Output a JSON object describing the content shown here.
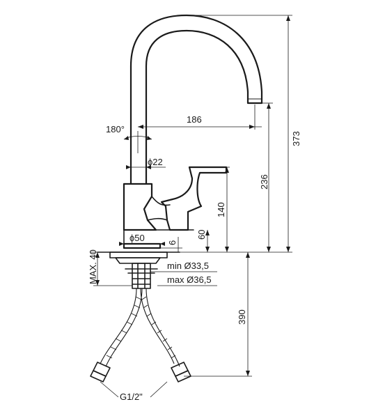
{
  "dimensions": {
    "spout_reach": "186",
    "rotation": "180°",
    "spout_diameter": "ϕ22",
    "total_height": "373",
    "spout_height": "236",
    "lever_height": "140",
    "body_lower_height": "60",
    "base_diameter": "ϕ50",
    "base_thickness": "6",
    "max_deck_thickness": "MAX. 40",
    "min_hole": "min Ø33,5",
    "max_hole": "max Ø36,5",
    "hose_length": "390",
    "connection_thread": "G1/2\""
  }
}
